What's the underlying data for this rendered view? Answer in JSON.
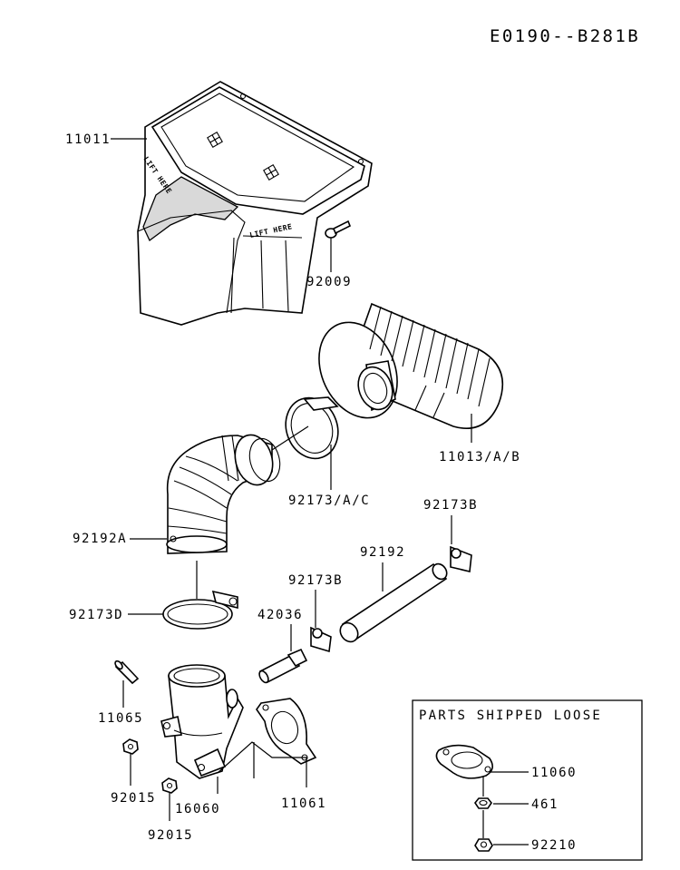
{
  "diagram_code": "E0190--B281B",
  "stamp_text": "LIFT HERE",
  "parts_box": {
    "title": "PARTS SHIPPED LOOSE",
    "items": [
      "11060",
      "461",
      "92210"
    ]
  },
  "labels": {
    "p11011": "11011",
    "p92009": "92009",
    "p11013": "11013/A/B",
    "p92173ac": "92173/A/C",
    "p92192a": "92192A",
    "p92173b_top": "92173B",
    "p92192": "92192",
    "p92173b_mid": "92173B",
    "p92173d": "92173D",
    "p42036": "42036",
    "p11065": "11065",
    "p92015_a": "92015",
    "p16060": "16060",
    "p11061": "11061",
    "p92015_b": "92015"
  }
}
